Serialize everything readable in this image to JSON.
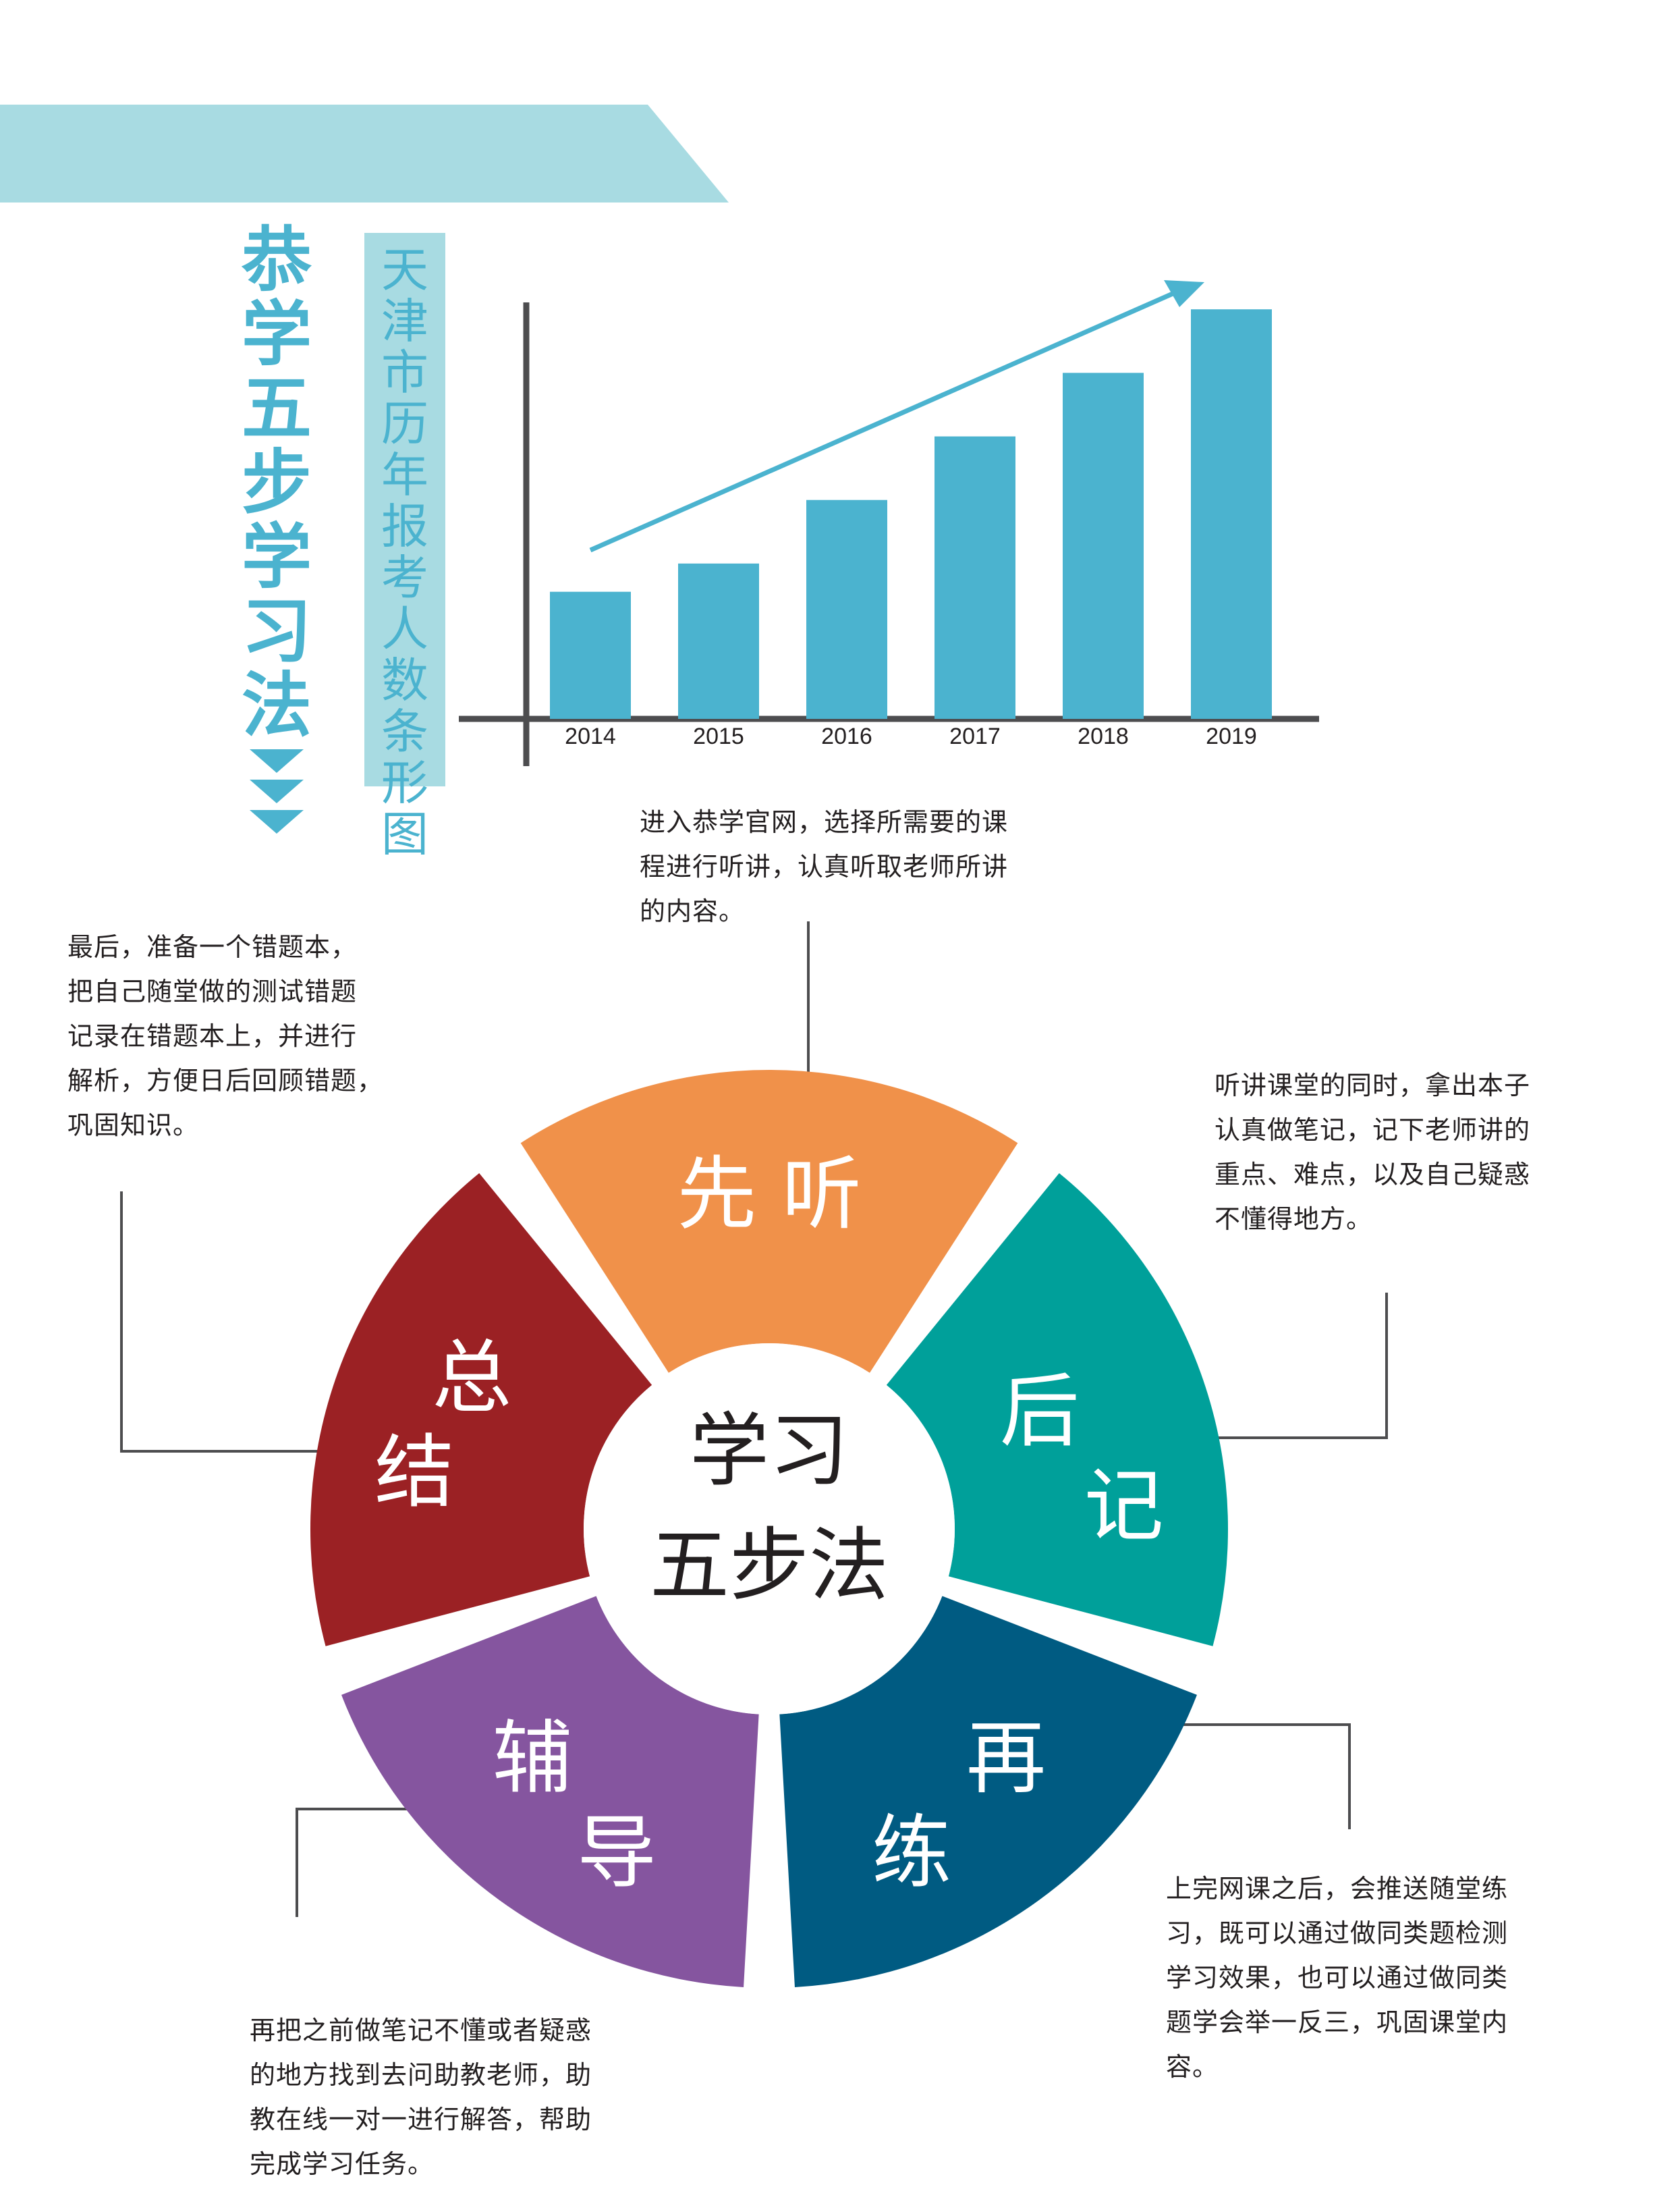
{
  "title": "恭学五步学习法",
  "chart_data": {
    "type": "bar",
    "title": "天津市历年报考人数条形图",
    "categories": [
      "2014",
      "2015",
      "2016",
      "2017",
      "2018",
      "2019"
    ],
    "values": [
      18,
      22,
      31,
      40,
      49,
      58
    ],
    "ylim": [
      0,
      65
    ],
    "xlabel": "",
    "ylabel": "",
    "grid": false,
    "trend_arrow": true,
    "colors": {
      "bar": "#4bb3cf",
      "axis": "#4d4d4f",
      "arrow": "#4bb3cf"
    }
  },
  "center": {
    "line1": "学习",
    "line2": "五步法"
  },
  "segments": [
    {
      "id": "listen",
      "label": "先 听",
      "color": "#f0914a"
    },
    {
      "id": "notes",
      "label": "后\n记",
      "color": "#00a09a"
    },
    {
      "id": "practice",
      "label": "再\n练",
      "color": "#005b82"
    },
    {
      "id": "tutor",
      "label": "辅\n导",
      "color": "#85559f"
    },
    {
      "id": "summary",
      "label": "总\n结",
      "color": "#9b2124"
    }
  ],
  "descriptions": {
    "listen": "进入恭学官网，选择所需要的课\n程进行听讲，认真听取老师所讲\n的内容。",
    "summary": "最后，准备一个错题本，\n把自己随堂做的测试错题\n记录在错题本上，并进行\n解析，方便日后回顾错题，\n巩固知识。",
    "notes": "听讲课堂的同时，拿出本子\n认真做笔记，记下老师讲的\n重点、难点，以及自己疑惑\n不懂得地方。",
    "practice": "上完网课之后，会推送随堂练\n习，既可以通过做同类题检测\n学习效果，也可以通过做同类\n题学会举一反三，巩固课堂内\n容。",
    "tutor": "再把之前做笔记不懂或者疑惑\n的地方找到去问助教老师，助\n教在线一对一进行解答，帮助\n完成学习任务。"
  },
  "colors": {
    "banner": "#a8dbe2",
    "accent": "#4bb3cf",
    "leader_line": "#4d4d4f",
    "text": "#231f20"
  }
}
